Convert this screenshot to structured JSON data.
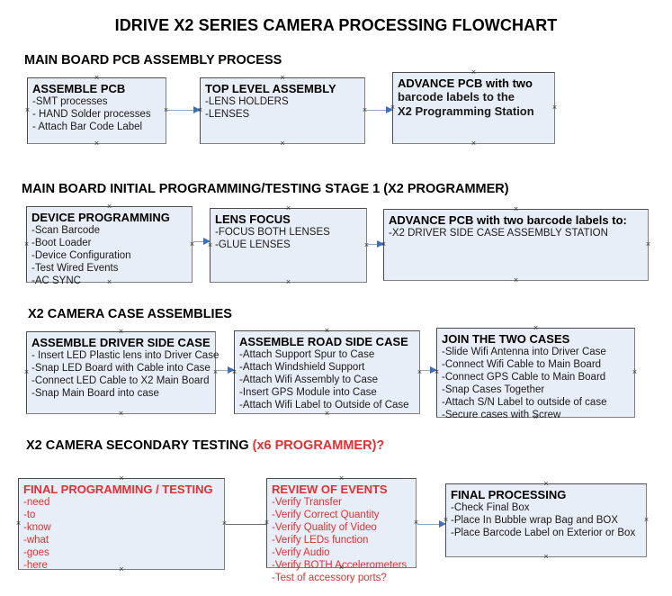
{
  "document": {
    "title": "IDRIVE X2  SERIES CAMERA PROCESSING FLOWCHART"
  },
  "sections": [
    {
      "id": "main-board-pcb-assembly-process",
      "heading": "MAIN BOARD PCB ASSEMBLY PROCESS",
      "nodes": [
        {
          "id": "assemble-pcb",
          "title": "ASSEMBLE PCB",
          "lines": [
            "-SMT processes",
            "- HAND Solder processes",
            "- Attach Bar Code Label"
          ]
        },
        {
          "id": "top-level-assembly",
          "title": "TOP LEVEL ASSEMBLY",
          "lines": [
            "-LENS HOLDERS",
            "-LENSES"
          ]
        },
        {
          "id": "advance-pcb-programming-station",
          "title": "ADVANCE PCB with two",
          "lines": [
            "barcode labels to the",
            " X2 Programming Station"
          ]
        }
      ]
    },
    {
      "id": "main-board-initial-programming",
      "heading": "MAIN BOARD INITIAL PROGRAMMING/TESTING STAGE 1 (X2 PROGRAMMER)",
      "nodes": [
        {
          "id": "device-programming",
          "title": "DEVICE PROGRAMMING",
          "lines": [
            "-Scan Barcode",
            "-Boot Loader",
            "-Device Configuration",
            "-Test Wired Events",
            "-AC SYNC"
          ]
        },
        {
          "id": "lens-focus",
          "title": "LENS FOCUS",
          "lines": [
            "-FOCUS BOTH LENSES",
            "-GLUE LENSES"
          ]
        },
        {
          "id": "advance-pcb-driver-side-case",
          "title": "ADVANCE PCB with two barcode labels to:",
          "lines": [
            "-X2 DRIVER  SIDE  CASE  ASSEMBLY STATION"
          ]
        }
      ]
    },
    {
      "id": "x2-camera-case-assemblies",
      "heading": "X2 CAMERA CASE ASSEMBLIES",
      "nodes": [
        {
          "id": "assemble-driver-side-case",
          "title": "ASSEMBLE DRIVER SIDE CASE",
          "lines": [
            "- Insert LED Plastic lens into Driver Case",
            "-Snap LED Board with Cable into Case",
            "-Connect LED Cable to X2 Main Board",
            "-Snap Main Board into case"
          ]
        },
        {
          "id": "assemble-road-side-case",
          "title": "ASSEMBLE ROAD SIDE CASE",
          "lines": [
            "-Attach Support Spur to Case",
            "-Attach Windshield Support",
            "-Attach Wifi Assembly to Case",
            "-Insert GPS Module into Case",
            "-Attach Wifi Label to Outside of Case"
          ]
        },
        {
          "id": "join-the-two-cases",
          "title": "JOIN THE TWO CASES",
          "lines": [
            "-Slide Wifi Antenna into Driver Case",
            "-Connect Wifi Cable to Main Board",
            "-Connect GPS Cable to Main Board",
            "-Snap Cases Together",
            "-Attach S/N Label to outside of case",
            "-Secure cases with Screw"
          ]
        }
      ]
    },
    {
      "id": "x2-camera-secondary-testing",
      "heading": "X2 CAMERA SECONDARY TESTING ",
      "heading_accent": "(x6 PROGRAMMER)?",
      "nodes": [
        {
          "id": "final-programming-testing",
          "title": "FINAL PROGRAMMING / TESTING",
          "lines": [
            "-need",
            "-to",
            "-know",
            "-what",
            "-goes",
            "-here"
          ]
        },
        {
          "id": "review-of-events",
          "title": "REVIEW OF EVENTS",
          "lines": [
            "-Verify Transfer",
            "-Verify Correct Quantity",
            "-Verify Quality of Video",
            "-Verify LEDs function",
            "-Verify Audio",
            "-Verify BOTH Accelerometers",
            "-Test of accessory ports?"
          ]
        },
        {
          "id": "final-processing",
          "title": "FINAL PROCESSING",
          "lines": [
            " -Check Final Box",
            "-Place In Bubble wrap Bag and BOX",
            "-Place Barcode Label on Exterior or Box"
          ]
        }
      ]
    }
  ],
  "colors": {
    "node_fill": "#e8eef7",
    "node_border": "#4d4d4d",
    "connector": "#8fa8c8",
    "arrow": "#3f6fb5",
    "accent_red": "#e03030",
    "text": "#000000"
  }
}
